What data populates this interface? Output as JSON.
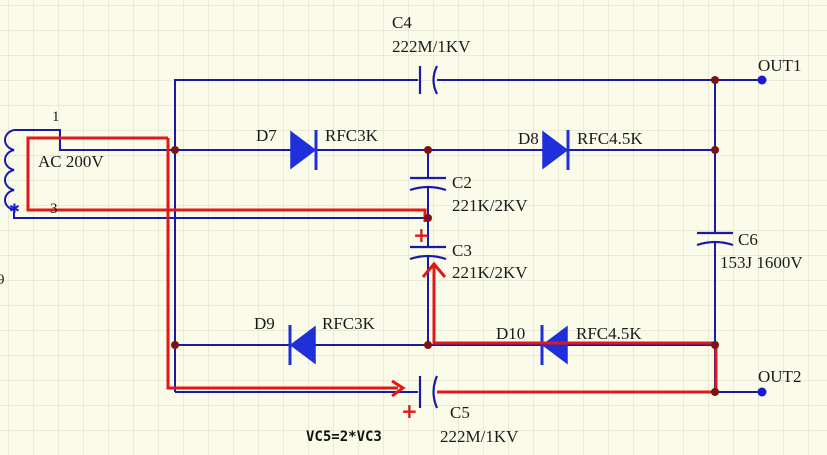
{
  "components": {
    "c4": {
      "ref": "C4",
      "value": "222M/1KV"
    },
    "c2": {
      "ref": "C2",
      "value": "221K/2KV"
    },
    "c3": {
      "ref": "C3",
      "value": "221K/2KV"
    },
    "c5": {
      "ref": "C5",
      "value": "222M/1KV"
    },
    "c6": {
      "ref": "C6",
      "value": "153J 1600V"
    },
    "d7": {
      "ref": "D7",
      "value": "RFC3K"
    },
    "d8": {
      "ref": "D8",
      "value": "RFC4.5K"
    },
    "d9": {
      "ref": "D9",
      "value": "RFC3K"
    },
    "d10": {
      "ref": "D10",
      "value": "RFC4.5K"
    }
  },
  "ports": {
    "out1": "OUT1",
    "out2": "OUT2"
  },
  "source": {
    "label": "AC 200V",
    "pin1": "1",
    "pin3": "3",
    "edge_label": "9"
  },
  "annotations": {
    "plus_c3": "+",
    "plus_c5": "+",
    "formula": "VC5=2*VC3"
  },
  "colors": {
    "background": "#fbfbe9",
    "grid": "#d9d9c9",
    "wire": "#1a1aa8",
    "diode": "#1f2fd9",
    "highlight": "#e01818",
    "junction": "#7a1515"
  }
}
